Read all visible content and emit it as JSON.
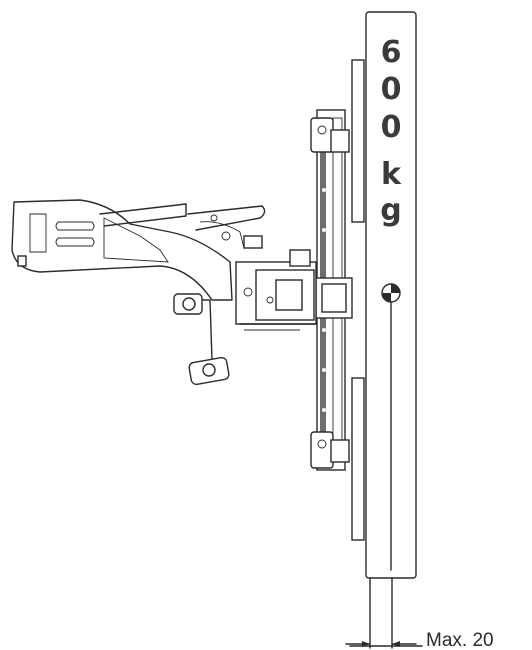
{
  "capacity": {
    "characters": [
      "6",
      "0",
      "0",
      "k",
      "g"
    ]
  },
  "dimension": {
    "label": "Max. 20"
  },
  "colors": {
    "line": "#2b2b2b",
    "frame_fill": "#6e6e6e",
    "background": "#ffffff"
  }
}
